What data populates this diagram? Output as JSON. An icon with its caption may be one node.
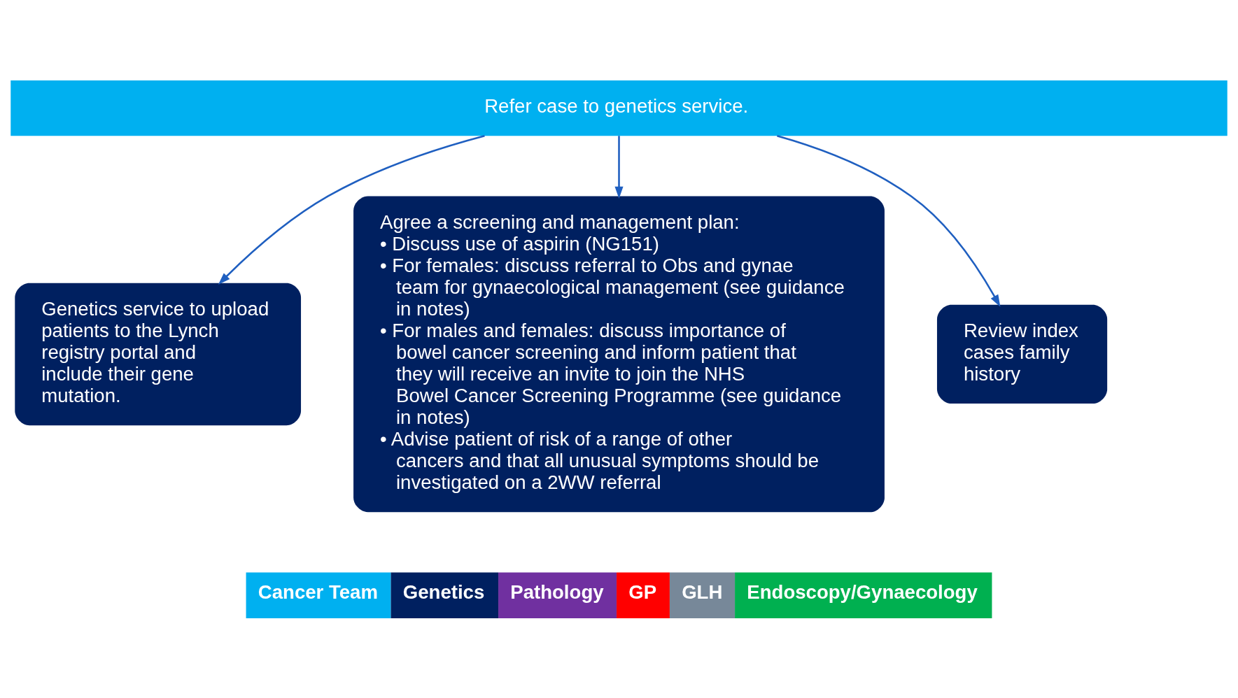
{
  "diagram": {
    "nodes": [
      {
        "text": [
          "Refer case to genetics service."
        ]
      },
      {
        "text": [
          "Genetics service to upload patients to the Lynch registry portal and include their gene mutation."
        ]
      },
      {
        "text": [
          "Agree a screening and management plan:",
          "• Discuss use of aspirin (NG151)",
          "• For females: discuss referral to Obs and gynae team for gynaecological management (see guidance in notes)",
          "• For males and females: discuss importance of bowel cancer screening and inform patient that they will receive an invite to join the NHS Bowel Cancer Screening Programme (see guidance in notes)",
          "• Advise patient of risk of a range of other cancers and that all unusual symptoms should be investigated on a 2WW referral"
        ]
      },
      {
        "text": [
          "Review index cases family history"
        ]
      }
    ],
    "edges": [
      {
        "from": 0,
        "to": 1,
        "arrow": "to"
      },
      {
        "from": 0,
        "to": 2,
        "arrow": "to"
      },
      {
        "from": 0,
        "to": 3,
        "arrow": "to"
      }
    ],
    "legend": [
      {
        "text": "Cancer Team",
        "color": "#00b0f0"
      },
      {
        "text": "Genetics",
        "color": "#002060"
      },
      {
        "text": "Pathology",
        "color": "#7030a0"
      },
      {
        "text": "GP",
        "color": "#ff0000"
      },
      {
        "text": "GLH",
        "color": "#778899"
      },
      {
        "text": "Endoscopy/Gynaecology",
        "color": "#00b050"
      }
    ]
  }
}
